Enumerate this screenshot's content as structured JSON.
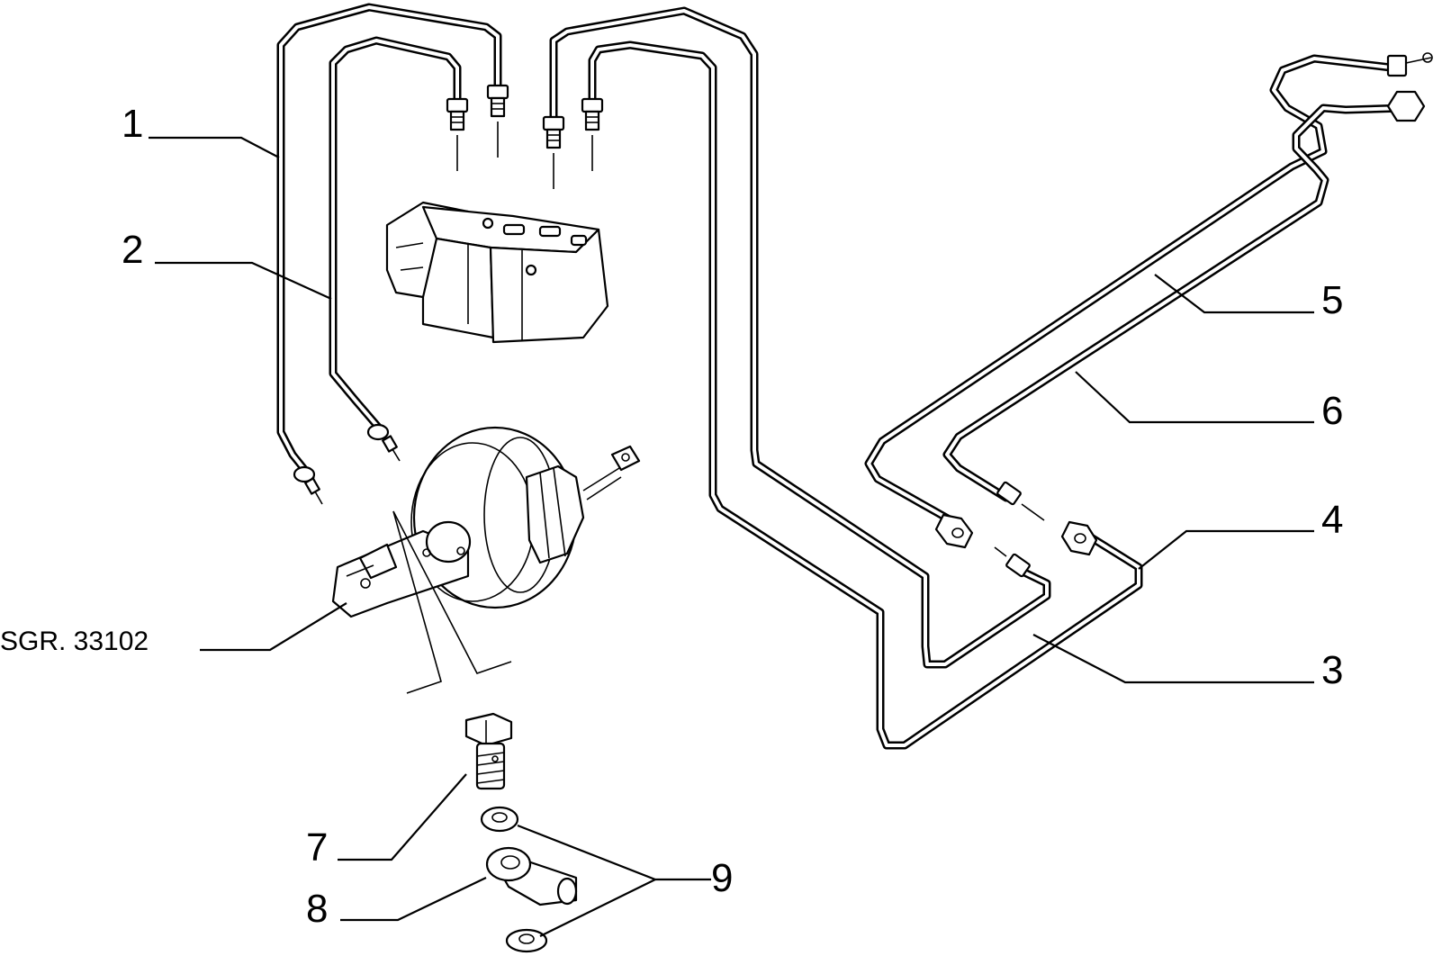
{
  "callouts": {
    "c1": "1",
    "c2": "2",
    "c3": "3",
    "c4": "4",
    "c5": "5",
    "c6": "6",
    "c7": "7",
    "c8": "8",
    "c9": "9"
  },
  "reference": "SGR. 33102"
}
